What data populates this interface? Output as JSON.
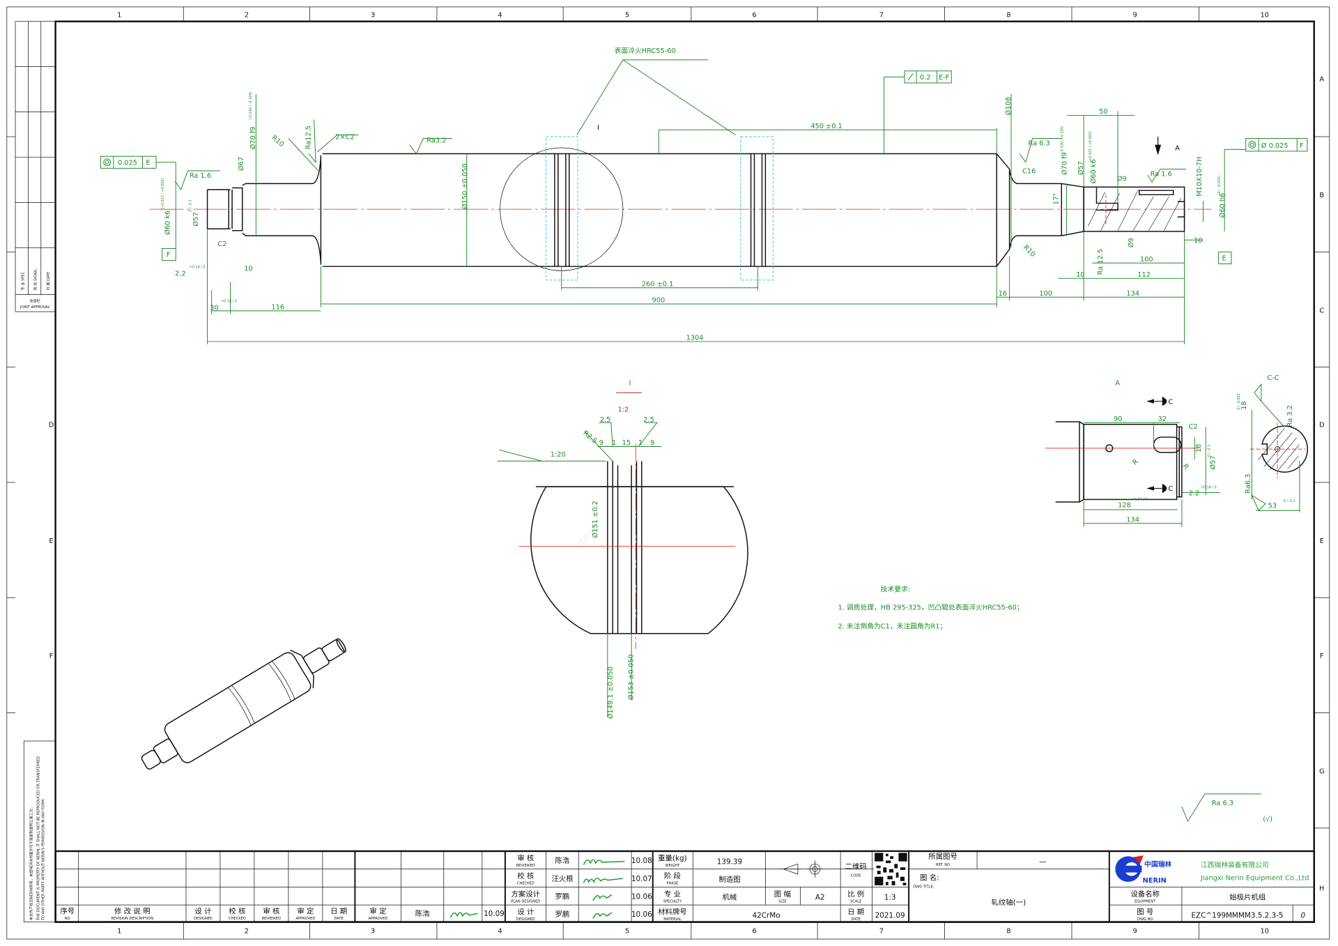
{
  "ruler": {
    "columns": [
      "1",
      "2",
      "3",
      "4",
      "5",
      "6",
      "7",
      "8",
      "9",
      "10"
    ],
    "rows": [
      "A",
      "B",
      "C",
      "D",
      "E",
      "F",
      "G",
      "H"
    ]
  },
  "joint_approval": {
    "specialty": "专 业 SPEC",
    "sign": "签 名 SIGNA.",
    "date": "日 期 DATE",
    "title": "会签栏",
    "title_en": "JOINT APPROVAL"
  },
  "copyright": {
    "cn": "本文件产权归NERIN所有，未经NERIN书面许可不准复制或转让第三方。",
    "en1": "THE DOCUMENT IS PROPERTY OF NERIN, IT SHALL NOT BE REPRODUCED OR TRANSFERRED",
    "en2": "TO ANY OTHER PARTY WITHOUT NERIN'S PERMISSION IN ANY FORM."
  },
  "main_view": {
    "hardening_note": "表面淬火HRC55-60",
    "detail_marker": "I",
    "fcf_left": {
      "value": "0.025",
      "datum": "E"
    },
    "fcf_top": {
      "value": "0.2",
      "datum": "E-F"
    },
    "fcf_right": {
      "value": "Ø 0.025",
      "datum": "F"
    },
    "datum_f": "F",
    "datum_e": "E",
    "dims": {
      "ra16_left": "Ra 1.6",
      "d60k6_left": "Ø60 k6",
      "d60k6_left_tol": "(+0.021 / +0.002)",
      "d57_left": "Ø57",
      "d57_left_tol": "0 / -0.3",
      "c2_left": "C2",
      "w22_left": "2.2",
      "w22_left_tol": "+0.14 / 0",
      "w10_left": "10",
      "w30_left": "30",
      "w30_left_tol": "+0.14 / 0",
      "w116": "116",
      "d67": "Ø67",
      "d70f9_left": "Ø70 f9",
      "d70f9_left_tol": "(-0.030 / -0.104)",
      "r10_left": "R10",
      "ra125": "Ra12.5",
      "c2x2": "2×C2",
      "ra32": "Ra3.2",
      "d150": "Ø150 ±0.050",
      "l450": "450 ±0.1",
      "l260": "260 ±0.1",
      "l900": "900",
      "l1304": "1304",
      "d108": "Ø108",
      "ra63": "Ra 6.3",
      "c16": "C16",
      "d70f9_right": "Ø70 f9",
      "d70f9_right_tol": "(-0.030 / -0.104)",
      "d57_right": "Ø57",
      "d60k6_right": "Ø60 k6",
      "d60k6_right_tol": "(+0.021 / +0.002)",
      "w50": "50",
      "view_a": "A",
      "m10": "M10X10-7H",
      "d9_top": "Ø9",
      "ra16_right": "Ra 1.6",
      "ang17": "17°",
      "d60h6": "Ø60 h6",
      "d60h6_tol": "(0 / -0.019)",
      "w10_right": "10",
      "r10_right": "R10",
      "d9_bottom": "Ø9",
      "w100_right": "100",
      "ra125_right": "Ra 12.5",
      "w112": "112",
      "w10_neck": "10",
      "w16": "16",
      "w100_neck": "100",
      "w134": "134"
    }
  },
  "detail_view": {
    "label": "I",
    "scale": "1:2",
    "d1": "2.5",
    "d2": "2.5",
    "r25": "R2.5",
    "w9a": "9",
    "w1a": "1",
    "w15": "15",
    "w1b": "1",
    "w9b": "9",
    "taper": "1:20",
    "d_groove": "Ø151 ±0.2",
    "d149": "Ø149.1 ±0.050",
    "d153": "Ø153 ±0.050"
  },
  "view_a": {
    "label": "A",
    "w90": "90",
    "w32": "32",
    "c2": "C2",
    "w18": "18",
    "d57": "Ø57",
    "d57_tol": "0 / -0.3",
    "r1": "R",
    "r2": "R",
    "w22": "2.2",
    "w22_tol": "+0.14 / 0",
    "w128": "128",
    "w128_tol": "+0.14 / 0",
    "w134": "134",
    "section_mark": "C"
  },
  "section_cc": {
    "label": "C-C",
    "w18": "18",
    "w18_tol": "0 / -0.062",
    "ra32": "Ra 3.2",
    "ra63": "Ra6.3",
    "w53": "53",
    "w53_tol": "0 / -0.2"
  },
  "tech_requirements": {
    "title": "技术要求:",
    "items": [
      "1.  调质处理，HB 295-325，凹凸辊处表面淬火HRC55-60；",
      "2.  未注倒角为C1，未注圆角为R1；"
    ]
  },
  "general_roughness": {
    "value": "Ra 6.3",
    "bracket": "(√)"
  },
  "watermark": "试用水印",
  "title_block": {
    "revision": {
      "no": "序号",
      "no_en": "NO",
      "desc": "修 改 说 明",
      "desc_en": "REVISION DESCRIPTION",
      "designed": "设 计",
      "designed_en": "DESIGNED",
      "checked": "校 核",
      "checked_en": "CHECKED",
      "reviewed": "审 核",
      "reviewed_en": "REVIEWED",
      "approved": "审 定",
      "approved_en": "APPROVED",
      "date": "日 期",
      "date_en": "DATE"
    },
    "approval": {
      "label": "审 定",
      "label_en": "APPROVED",
      "name": "陈浩",
      "date": "10.09"
    },
    "signoffs": [
      {
        "label": "审 核",
        "label_en": "REVIEWED",
        "name": "陈浩",
        "date": "10.08"
      },
      {
        "label": "校 核",
        "label_en": "CHECKED",
        "name": "汪火根",
        "date": "10.07"
      },
      {
        "label": "方案设计",
        "label_en": "PLAN DESIGNED",
        "name": "罗鹏",
        "date": "10.06"
      },
      {
        "label": "设 计",
        "label_en": "DESIGNED",
        "name": "罗鹏",
        "date": "10.06"
      }
    ],
    "weight_label": "重量(kg)",
    "weight_label_en": "WEIGHT",
    "weight": "139.39",
    "phase_label": "阶 段",
    "phase_label_en": "PHASE",
    "phase": "制造图",
    "specialty_label": "专 业",
    "specialty_label_en": "SPECIALTY",
    "specialty": "机械",
    "size_label": "图 幅",
    "size_label_en": "SIZE",
    "size": "A2",
    "material_label": "材料牌号",
    "material_label_en": "MATERIAL",
    "material": "42CrMo",
    "code_label": "二维码",
    "code_label_en": "CODE",
    "scale_label": "比 例",
    "scale_label_en": "SCALE",
    "scale": "1:3",
    "date_label": "日 期",
    "date_label_en": "DATE",
    "date": "2021.09",
    "ref_label": "所属图号",
    "ref_label_en": "REF. NO",
    "ref": "—",
    "title_label": "图 名:",
    "title_label_en": "DWG TITLE:",
    "title": "轧纹轴(一)",
    "equipment_label": "设备名称",
    "equipment_label_en": "EQUIPMENT",
    "equipment": "始极片机组",
    "dwg_no_label": "图 号",
    "dwg_no_label_en": "DWG NO",
    "dwg_no": "EZC^199MMMM3.5.2.3-5",
    "rev": "0",
    "company_cn_logo": "中国瑞林",
    "company_logo": "NERIN",
    "company_cn": "江西瑞林装备有限公司",
    "company_en": "Jiangxi Nerin Equipment Co.,Ltd"
  },
  "colors": {
    "dimension": "#1f8a2a",
    "centerline": "#d22222",
    "outline": "#111111",
    "brand_blue": "#1a3fd0",
    "brand_green": "#2a9a3a"
  }
}
